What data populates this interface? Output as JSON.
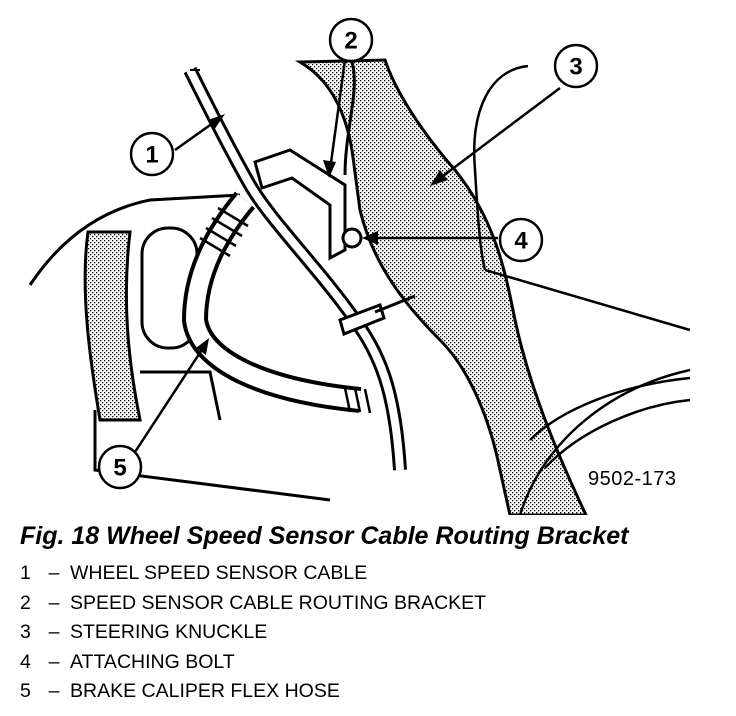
{
  "figure": {
    "code": "9502-173",
    "caption": "Fig. 18 Wheel Speed Sensor Cable Routing Bracket"
  },
  "callouts": [
    {
      "number": "1",
      "label": "WHEEL SPEED SENSOR CABLE"
    },
    {
      "number": "2",
      "label": "SPEED SENSOR CABLE ROUTING BRACKET"
    },
    {
      "number": "3",
      "label": "STEERING KNUCKLE"
    },
    {
      "number": "4",
      "label": "ATTACHING BOLT"
    },
    {
      "number": "5",
      "label": "BRAKE CALIPER FLEX HOSE"
    }
  ],
  "legend_separator": "–"
}
